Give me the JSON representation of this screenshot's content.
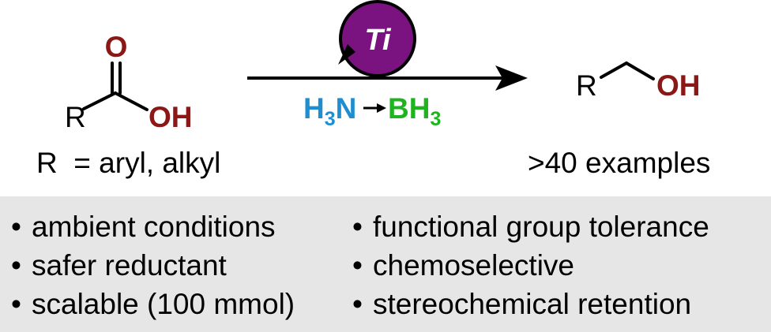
{
  "colors": {
    "oxygen": "#8b1717",
    "catalyst_fill": "#7a1380",
    "nitrogen": "#1f8ed0",
    "boron": "#1fb41f",
    "text": "#000000",
    "panel": "#e6e6e6"
  },
  "reactant": {
    "carbonyl_o": "O",
    "hydroxyl": "OH",
    "r_group": "R",
    "r_definition": "R  = aryl, alkyl"
  },
  "reagents": {
    "catalyst": "Ti",
    "amine": "H",
    "amine_sub": "3",
    "amine_n": "N",
    "borane": "BH",
    "borane_sub": "3"
  },
  "product": {
    "r_group": "R",
    "hydroxyl": "OH",
    "scope": ">40 examples"
  },
  "features": {
    "bullet_glyph": "•",
    "left": [
      "ambient conditions",
      "safer reductant",
      "scalable (100 mmol)"
    ],
    "right": [
      "functional group tolerance",
      "chemoselective",
      "stereochemical retention"
    ]
  }
}
